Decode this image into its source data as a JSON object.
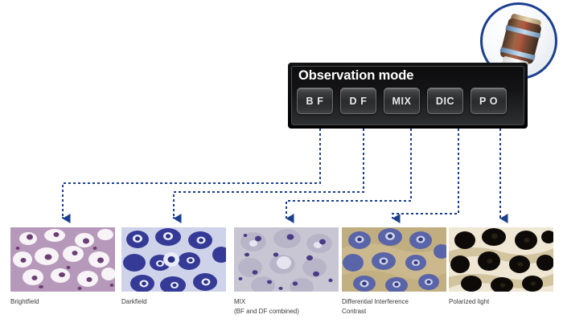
{
  "panel": {
    "title": "Observation mode",
    "buttons": [
      {
        "label": "B F",
        "name": "brightfield"
      },
      {
        "label": "D F",
        "name": "darkfield"
      },
      {
        "label": "MIX",
        "name": "mix"
      },
      {
        "label": "DIC",
        "name": "dic"
      },
      {
        "label": "P O",
        "name": "polarized"
      }
    ]
  },
  "badge": {
    "icon": "microscope-objective-icon"
  },
  "modes": [
    {
      "label_line1": "Brightfield",
      "label_line2": ""
    },
    {
      "label_line1": "Darkfield",
      "label_line2": ""
    },
    {
      "label_line1": "MIX",
      "label_line2": "(BF and DF combined)"
    },
    {
      "label_line1": "Differential Interference",
      "label_line2": "Contrast"
    },
    {
      "label_line1": "Polarized light",
      "label_line2": ""
    }
  ],
  "colors": {
    "connector": "#1b3f8f",
    "badge_ring": "#1b3f8f",
    "panel_background": "#0a0a0b",
    "title_text": "#ffffff",
    "caption_text": "#3b3b3b"
  }
}
